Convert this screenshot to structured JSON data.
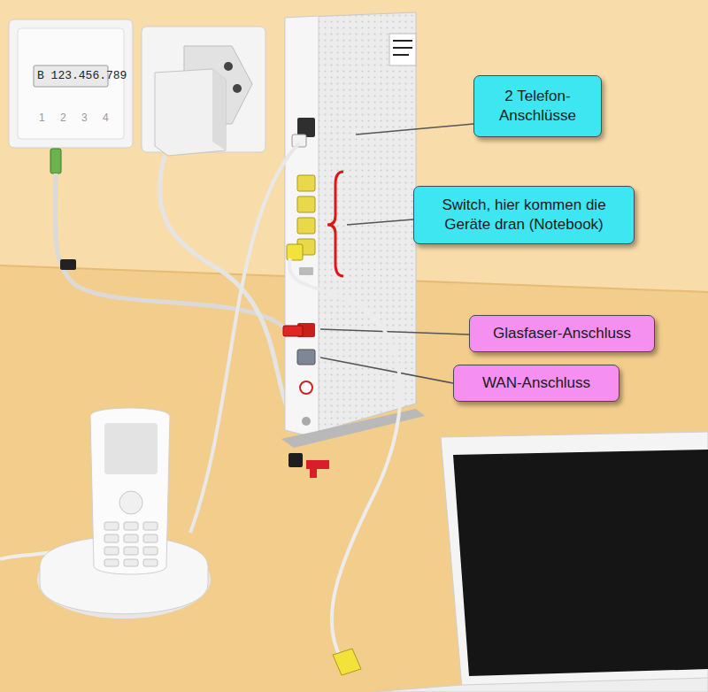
{
  "diagram": {
    "nodes": [
      {
        "text": [
          "2 Telefon-Anschlüsse"
        ]
      },
      {
        "text": [
          "Switch, hier kommen die Geräte dran (Notebook)"
        ]
      },
      {
        "text": [
          "Glasfaser-Anschluss"
        ]
      },
      {
        "text": [
          "WAN-Anschluss"
        ]
      }
    ],
    "labels": [
      "B 123.456.789",
      "1",
      "2",
      "3",
      "4"
    ]
  }
}
